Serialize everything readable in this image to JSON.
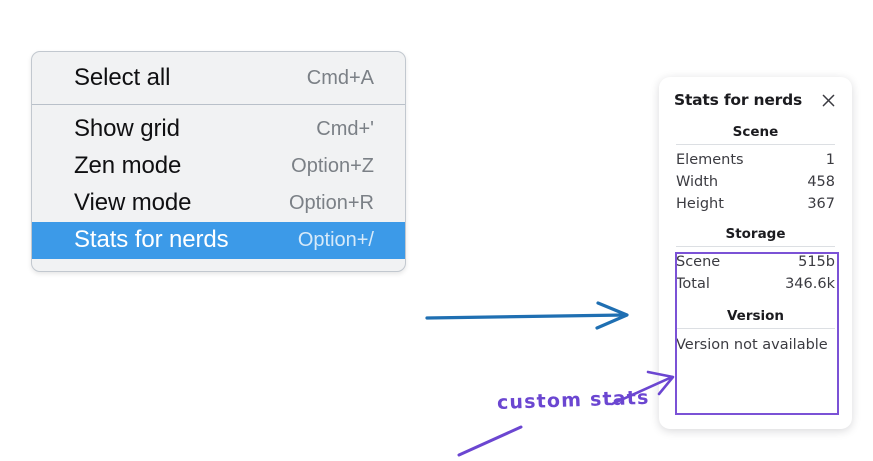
{
  "context_menu": {
    "name": "canvas-context-menu",
    "groups": [
      {
        "items": [
          {
            "label": "Select all",
            "shortcut": "Cmd+A",
            "selected": false
          }
        ]
      },
      {
        "items": [
          {
            "label": "Show grid",
            "shortcut": "Cmd+'",
            "selected": false
          },
          {
            "label": "Zen mode",
            "shortcut": "Option+Z",
            "selected": false
          },
          {
            "label": "View mode",
            "shortcut": "Option+R",
            "selected": false
          },
          {
            "label": "Stats for nerds",
            "shortcut": "Option+/",
            "selected": true
          }
        ]
      }
    ]
  },
  "stats_panel": {
    "title": "Stats for nerds",
    "close_icon": "close-icon",
    "groups": [
      {
        "heading": "Scene",
        "rows": [
          {
            "key": "Elements",
            "value": "1"
          },
          {
            "key": "Width",
            "value": "458"
          },
          {
            "key": "Height",
            "value": "367"
          }
        ]
      },
      {
        "heading": "Storage",
        "rows": [
          {
            "key": "Scene",
            "value": "515b"
          },
          {
            "key": "Total",
            "value": "346.6k"
          }
        ]
      },
      {
        "heading": "Version",
        "single": "Version not available"
      }
    ]
  },
  "annotations": {
    "handwritten_label": "custom stats",
    "arrow_color_blue": "#1f6fb2",
    "arrow_color_purple": "#6b46d1",
    "highlight_box_color": "#7b52d6"
  },
  "colors": {
    "menu_background": "#f1f2f3",
    "menu_selected": "#3c9ae8",
    "menu_text": "#101012",
    "menu_shortcut": "#7b8086",
    "panel_background": "#ffffff",
    "panel_text": "#3b3b41"
  }
}
